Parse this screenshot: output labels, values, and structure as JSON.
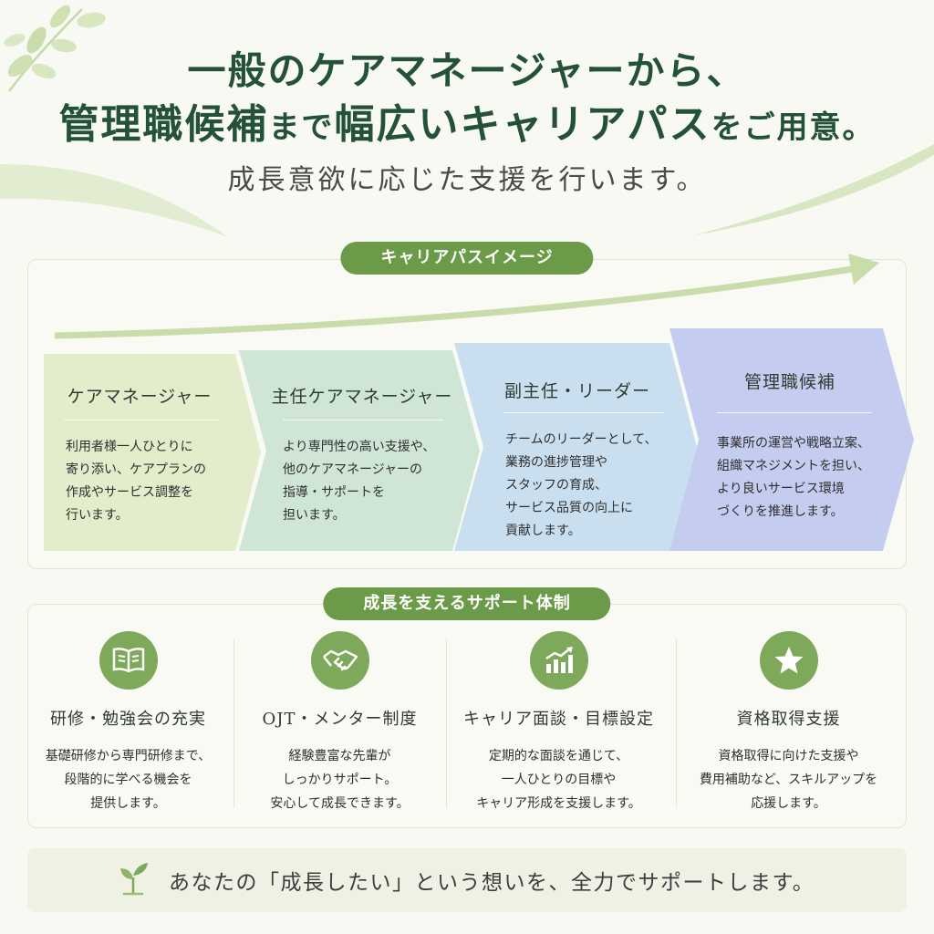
{
  "header": {
    "line1": "一般のケアマネージャーから、",
    "line2_part1": "管理職候補",
    "line2_part2": "まで",
    "line2_part3": "幅広いキャリアパス",
    "line2_part4": "をご用意。",
    "subtitle": "成長意欲に応じた支援を行います。"
  },
  "career": {
    "section_label": "キャリアパスイメージ",
    "steps": [
      {
        "title": "ケアマネージャー",
        "lines": [
          "利用者様一人ひとりに",
          "寄り添い、ケアプランの",
          "作成やサービス調整を",
          "行います。"
        ],
        "color": "#e3eccb"
      },
      {
        "title": "主任ケアマネージャー",
        "lines": [
          "より専門性の高い支援や、",
          "他のケアマネージャーの",
          "指導・サポートを",
          "担います。"
        ],
        "color": "#cfe6d6"
      },
      {
        "title": "副主任・リーダー",
        "lines": [
          "チームのリーダーとして、",
          "業務の進捗管理や",
          "スタッフの育成、",
          "サービス品質の向上に",
          "貢献します。"
        ],
        "color": "#c9dff0"
      },
      {
        "title": "管理職候補",
        "lines": [
          "事業所の運営や戦略立案、",
          "組織マネジメントを担い、",
          "より良いサービス環境",
          "づくりを推進します。"
        ],
        "color": "#c4cdef"
      }
    ]
  },
  "support": {
    "section_label": "成長を支えるサポート体制",
    "items": [
      {
        "icon": "book-icon",
        "title": "研修・勉強会の充実",
        "lines": [
          "基礎研修から専門研修まで、",
          "段階的に学べる機会を",
          "提供します。"
        ]
      },
      {
        "icon": "handshake-icon",
        "title": "OJT・メンター制度",
        "lines": [
          "経験豊富な先輩が",
          "しっかりサポート。",
          "安心して成長できます。"
        ]
      },
      {
        "icon": "chart-icon",
        "title": "キャリア面談・目標設定",
        "lines": [
          "定期的な面談を通じて、",
          "一人ひとりの目標や",
          "キャリア形成を支援します。"
        ]
      },
      {
        "icon": "star-icon",
        "title": "資格取得支援",
        "lines": [
          "資格取得に向けた支援や",
          "費用補助など、スキルアップを",
          "応援します。"
        ]
      }
    ]
  },
  "footer": {
    "message": "あなたの「成長したい」という想いを、全力でサポートします。",
    "icon": "sprout-icon"
  },
  "colors": {
    "accent_green": "#6b9a48",
    "heading_green": "#23513a",
    "icon_green": "#7ea85a"
  }
}
